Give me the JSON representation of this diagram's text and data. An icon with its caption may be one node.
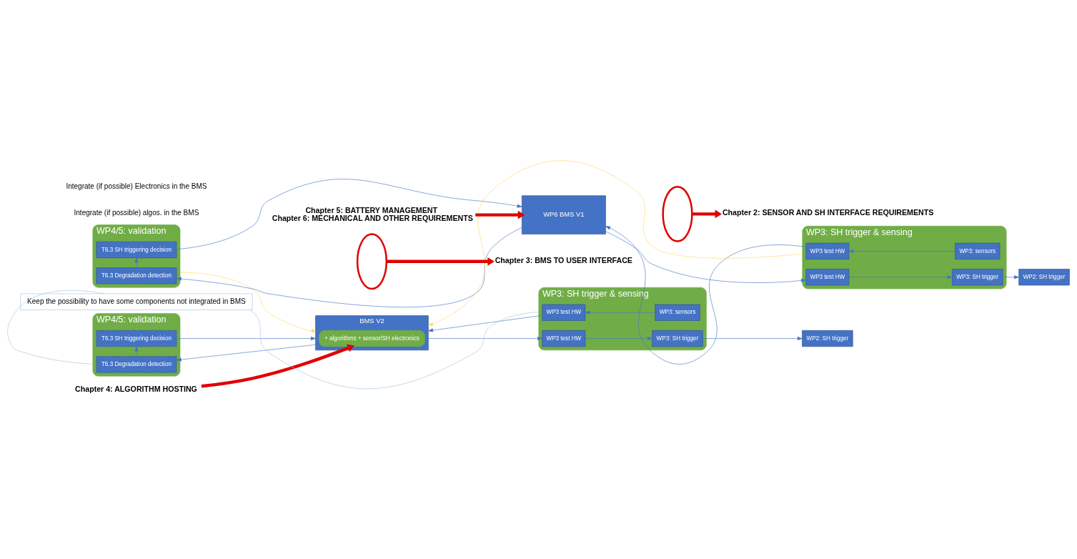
{
  "diagram": {
    "nodes": [
      {
        "text": [
          "WP4/5: validation"
        ]
      },
      {
        "text": [
          "T6.3 Degradation detection"
        ],
        "in": 0
      },
      {
        "text": [
          "T6.3 SH triggering decision"
        ],
        "in": 0
      },
      {
        "text": [
          "WP6 BMS V1"
        ]
      },
      {
        "text": [
          "WP3: SH trigger & sensing"
        ]
      },
      {
        "text": [
          "WP3 test HW"
        ],
        "in": 4
      },
      {
        "text": [
          "WP3: sensors"
        ],
        "in": 4
      },
      {
        "text": [
          "WP3 test HW"
        ],
        "in": 4
      },
      {
        "text": [
          "WP3: SH trigger"
        ],
        "in": 4
      },
      {
        "text": [
          "WP2: SH trigger"
        ]
      },
      {
        "text": [
          "WP4/5: validation"
        ]
      },
      {
        "text": [
          "T6.3 Degradation detection"
        ],
        "in": 10
      },
      {
        "text": [
          "T6.3 SH triggering decision"
        ],
        "in": 10
      },
      {
        "text": [
          "BMS V2"
        ]
      },
      {
        "text": [
          "+ algorithms + sensor/SH electronics"
        ],
        "in": 13
      },
      {
        "text": [
          "WP3: SH trigger & sensing"
        ]
      },
      {
        "text": [
          "WP3 test HW"
        ],
        "in": 15
      },
      {
        "text": [
          "WP3: sensors"
        ],
        "in": 15
      },
      {
        "text": [
          "WP3 test HW"
        ],
        "in": 15
      },
      {
        "text": [
          "WP3: SH trigger"
        ],
        "in": 15
      },
      {
        "text": [
          "WP2: SH trigger"
        ]
      },
      {
        "text": [
          "Chapter 3: BMS TO USER INTERFACE"
        ]
      },
      {
        "text": [
          "Chapter 2: SENSOR AND SH INTERFACE REQUIREMENTS"
        ]
      },
      {
        "text": [
          "Chapter 5: BATTERY MANAGEMENT",
          "Chapter 6: MECHANICAL AND OTHER REQUIREMENTS"
        ]
      },
      {
        "text": [
          "Chapter 4: ALGORITHM HOSTING"
        ]
      },
      {
        "text": [
          "Keep the possibility to have some components not integrated in BMS"
        ]
      },
      {
        "text": [],
        "shape": "ellipse"
      },
      {
        "text": [],
        "shape": "ellipse"
      }
    ],
    "edges": [
      {
        "from": 3,
        "to": 1,
        "arrow": "to"
      },
      {
        "from": 1,
        "to": 2,
        "arrow": "to"
      },
      {
        "from": 2,
        "to": 3,
        "arrow": "to"
      },
      {
        "from": 5,
        "to": 3,
        "arrow": "to"
      },
      {
        "from": 6,
        "to": 5,
        "arrow": "to"
      },
      {
        "from": 3,
        "to": 7,
        "arrow": "to"
      },
      {
        "from": 7,
        "to": 8,
        "arrow": "to"
      },
      {
        "from": 8,
        "to": 9,
        "arrow": "to"
      },
      {
        "from": 13,
        "to": 11,
        "arrow": "to"
      },
      {
        "from": 11,
        "to": 12,
        "arrow": "to"
      },
      {
        "from": 12,
        "to": 13,
        "arrow": "to"
      },
      {
        "from": 16,
        "to": 13,
        "arrow": "to"
      },
      {
        "from": 17,
        "to": 16,
        "arrow": "to"
      },
      {
        "from": 13,
        "to": 18,
        "arrow": "to"
      },
      {
        "from": 18,
        "to": 19,
        "arrow": "to"
      },
      {
        "from": 19,
        "to": 20,
        "arrow": "to"
      },
      {
        "from": 0,
        "to": 13,
        "arrow": "to",
        "color": "#ffd966"
      },
      {
        "from": 4,
        "to": 13,
        "arrow": "to",
        "color": "#ffd966"
      },
      {
        "from": 25,
        "to": 10,
        "arrow": "none",
        "color": "#9dc3e6"
      },
      {
        "from": 25,
        "to": 15,
        "arrow": "none",
        "color": "#9dc3e6"
      },
      {
        "from": 26,
        "to": 21,
        "arrow": "to",
        "style": "thick",
        "color": "#e00000"
      },
      {
        "from": 27,
        "to": 22,
        "arrow": "to",
        "style": "thick",
        "color": "#e00000"
      },
      {
        "from": 23,
        "to": 3,
        "arrow": "to",
        "style": "thick",
        "color": "#e00000"
      },
      {
        "from": 24,
        "to": 14,
        "arrow": "to",
        "style": "thick",
        "color": "#e00000"
      }
    ],
    "labels": [
      "Integrate (if possible) algos. in the BMS",
      "Integrate (if possible) Electronics in the BMS"
    ]
  }
}
